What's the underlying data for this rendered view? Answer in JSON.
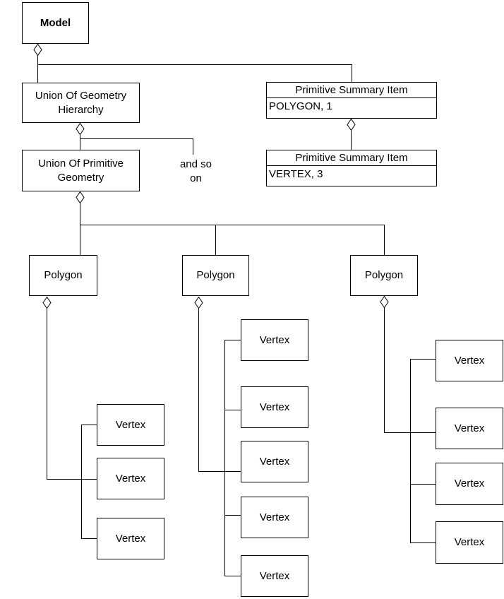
{
  "colors": {
    "line": "#000000",
    "background": "#ffffff",
    "text": "#000000"
  },
  "diagram": {
    "model": {
      "label": "Model"
    },
    "geometry_hierarchy": {
      "label": "Union Of Geometry Hierarchy"
    },
    "primitive_geometry": {
      "label": "Union Of Primitive Geometry"
    },
    "annotation": "and so on",
    "summary_items": [
      {
        "title": "Primitive Summary Item",
        "attribute": "POLYGON, 1"
      },
      {
        "title": "Primitive Summary Item",
        "attribute": "VERTEX, 3"
      }
    ],
    "polygons": [
      {
        "label": "Polygon"
      },
      {
        "label": "Polygon"
      },
      {
        "label": "Polygon"
      }
    ],
    "vertex_groups": [
      {
        "vertices": [
          "Vertex",
          "Vertex",
          "Vertex"
        ]
      },
      {
        "vertices": [
          "Vertex",
          "Vertex",
          "Vertex",
          "Vertex",
          "Vertex"
        ]
      },
      {
        "vertices": [
          "Vertex",
          "Vertex",
          "Vertex",
          "Vertex"
        ]
      }
    ]
  }
}
